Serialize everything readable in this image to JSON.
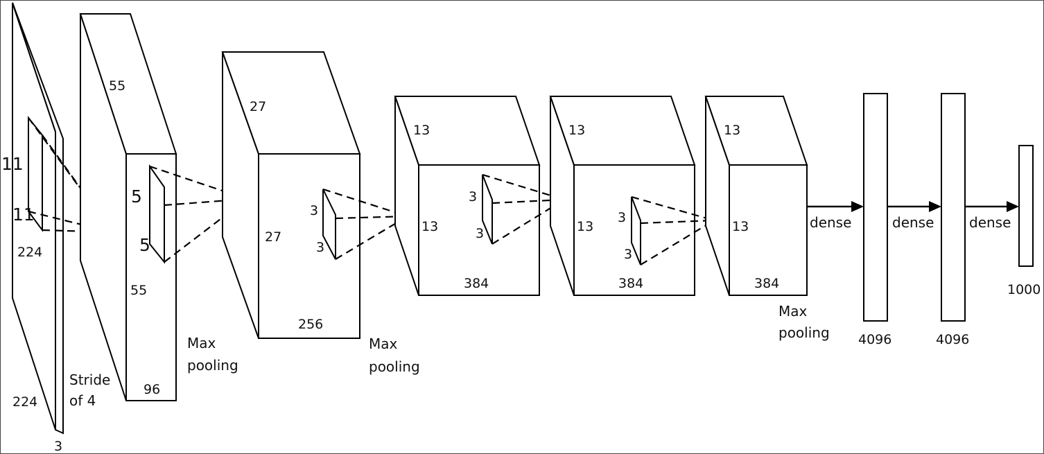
{
  "input": {
    "width": "224",
    "height": "224",
    "depth": "3",
    "kernel_h": "11",
    "kernel_w": "11",
    "stride_l1": "Stride",
    "stride_l2": "of 4"
  },
  "conv1": {
    "width": "55",
    "height": "55",
    "depth": "96",
    "kernel_h": "5",
    "kernel_w": "5",
    "pool_l1": "Max",
    "pool_l2": "pooling"
  },
  "conv2": {
    "width": "27",
    "height": "27",
    "depth": "256",
    "kernel_h": "3",
    "kernel_w": "3",
    "pool_l1": "Max",
    "pool_l2": "pooling"
  },
  "conv3": {
    "width": "13",
    "height": "13",
    "depth": "384",
    "kernel_h": "3",
    "kernel_w": "3"
  },
  "conv4": {
    "width": "13",
    "height": "13",
    "depth": "384",
    "kernel_h": "3",
    "kernel_w": "3"
  },
  "conv5": {
    "width": "13",
    "height": "13",
    "depth": "384",
    "pool_l1": "Max",
    "pool_l2": "pooling"
  },
  "dense1": {
    "label": "dense",
    "size": "4096"
  },
  "dense2": {
    "label": "dense",
    "size": "4096"
  },
  "dense3": {
    "label": "dense",
    "size": "1000"
  }
}
